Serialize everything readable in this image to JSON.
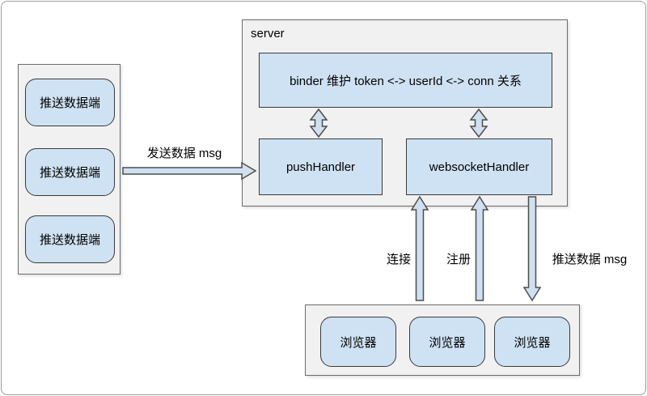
{
  "canvas": {
    "background": "#ffffff",
    "border_color": "#9e9e9e"
  },
  "colors": {
    "node_fill": "#cfe2f3",
    "node_border": "#3a3a3a",
    "container_fill": "#f1f1f1",
    "container_border": "#6b6b6b",
    "arrow_fill": "#cfe0f1",
    "arrow_border": "#4d4d4d",
    "text": "#000000"
  },
  "left_group": {
    "nodes": [
      {
        "label": "推送数据端"
      },
      {
        "label": "推送数据端"
      },
      {
        "label": "推送数据端"
      }
    ]
  },
  "server_group": {
    "title": "server",
    "binder_label": "binder 维护 token <-> userId <-> conn 关系",
    "push_handler_label": "pushHandler",
    "websocket_handler_label": "websocketHandler"
  },
  "browser_group": {
    "nodes": [
      {
        "label": "浏览器"
      },
      {
        "label": "浏览器"
      },
      {
        "label": "浏览器"
      }
    ]
  },
  "edges": {
    "send_data_label": "发送数据 msg",
    "connect_label": "连接",
    "register_label": "注册",
    "push_data_label": "推送数据 msg"
  }
}
